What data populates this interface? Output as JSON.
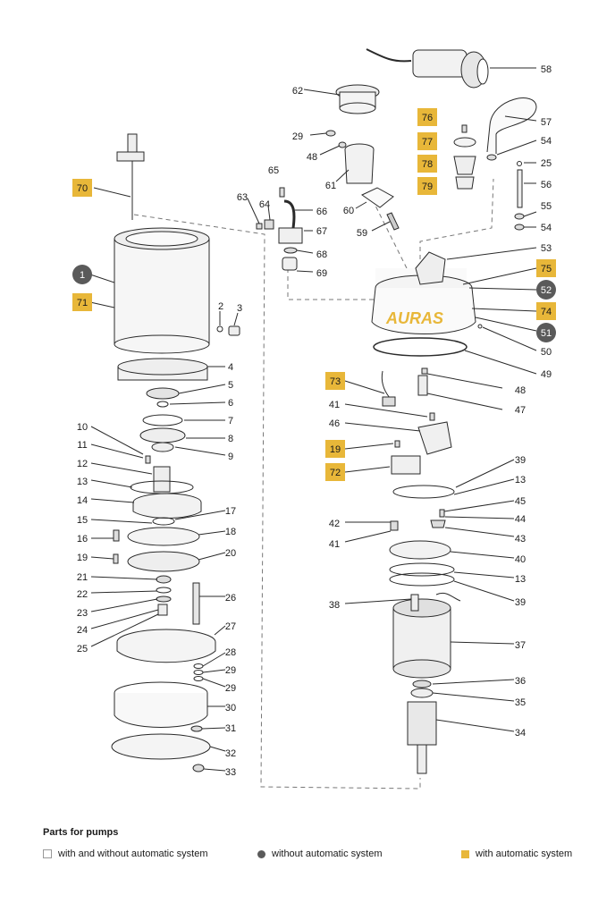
{
  "brand": "AURAS",
  "colors": {
    "grey_badge": "#5a5a5a",
    "yellow_badge": "#e8b739",
    "line": "#2a2a2a",
    "brand": "#e8b739"
  },
  "legend": {
    "title": "Parts for pumps",
    "items": [
      {
        "symbol": "open-square",
        "label": "with and without automatic system"
      },
      {
        "symbol": "grey-circle",
        "label": "without automatic system"
      },
      {
        "symbol": "yellow-square",
        "label": "with automatic system"
      }
    ]
  },
  "labels": [
    {
      "text": "58",
      "style": "plain"
    },
    {
      "text": "62",
      "style": "plain"
    },
    {
      "text": "57",
      "style": "plain"
    },
    {
      "text": "76",
      "style": "yellow"
    },
    {
      "text": "77",
      "style": "yellow"
    },
    {
      "text": "54",
      "style": "plain"
    },
    {
      "text": "29",
      "style": "plain"
    },
    {
      "text": "48",
      "style": "plain"
    },
    {
      "text": "78",
      "style": "yellow"
    },
    {
      "text": "25",
      "style": "plain"
    },
    {
      "text": "65",
      "style": "plain"
    },
    {
      "text": "61",
      "style": "plain"
    },
    {
      "text": "79",
      "style": "yellow"
    },
    {
      "text": "56",
      "style": "plain"
    },
    {
      "text": "70",
      "style": "yellow"
    },
    {
      "text": "63",
      "style": "plain"
    },
    {
      "text": "64",
      "style": "plain"
    },
    {
      "text": "66",
      "style": "plain"
    },
    {
      "text": "60",
      "style": "plain"
    },
    {
      "text": "55",
      "style": "plain"
    },
    {
      "text": "67",
      "style": "plain"
    },
    {
      "text": "59",
      "style": "plain"
    },
    {
      "text": "54",
      "style": "plain"
    },
    {
      "text": "68",
      "style": "plain"
    },
    {
      "text": "53",
      "style": "plain"
    },
    {
      "text": "69",
      "style": "plain"
    },
    {
      "text": "75",
      "style": "yellow"
    },
    {
      "text": "1",
      "style": "grey"
    },
    {
      "text": "52",
      "style": "grey"
    },
    {
      "text": "71",
      "style": "yellow"
    },
    {
      "text": "74",
      "style": "yellow"
    },
    {
      "text": "2",
      "style": "plain"
    },
    {
      "text": "3",
      "style": "plain"
    },
    {
      "text": "51",
      "style": "grey"
    },
    {
      "text": "50",
      "style": "plain"
    },
    {
      "text": "4",
      "style": "plain"
    },
    {
      "text": "49",
      "style": "plain"
    },
    {
      "text": "5",
      "style": "plain"
    },
    {
      "text": "73",
      "style": "yellow"
    },
    {
      "text": "48",
      "style": "plain"
    },
    {
      "text": "6",
      "style": "plain"
    },
    {
      "text": "41",
      "style": "plain"
    },
    {
      "text": "47",
      "style": "plain"
    },
    {
      "text": "7",
      "style": "plain"
    },
    {
      "text": "46",
      "style": "plain"
    },
    {
      "text": "10",
      "style": "plain"
    },
    {
      "text": "8",
      "style": "plain"
    },
    {
      "text": "11",
      "style": "plain"
    },
    {
      "text": "19",
      "style": "yellow"
    },
    {
      "text": "9",
      "style": "plain"
    },
    {
      "text": "12",
      "style": "plain"
    },
    {
      "text": "39",
      "style": "plain"
    },
    {
      "text": "72",
      "style": "yellow"
    },
    {
      "text": "13",
      "style": "plain"
    },
    {
      "text": "13",
      "style": "plain"
    },
    {
      "text": "14",
      "style": "plain"
    },
    {
      "text": "45",
      "style": "plain"
    },
    {
      "text": "17",
      "style": "plain"
    },
    {
      "text": "15",
      "style": "plain"
    },
    {
      "text": "42",
      "style": "plain"
    },
    {
      "text": "44",
      "style": "plain"
    },
    {
      "text": "18",
      "style": "plain"
    },
    {
      "text": "16",
      "style": "plain"
    },
    {
      "text": "43",
      "style": "plain"
    },
    {
      "text": "41",
      "style": "plain"
    },
    {
      "text": "19",
      "style": "plain"
    },
    {
      "text": "20",
      "style": "plain"
    },
    {
      "text": "40",
      "style": "plain"
    },
    {
      "text": "13",
      "style": "plain"
    },
    {
      "text": "21",
      "style": "plain"
    },
    {
      "text": "22",
      "style": "plain"
    },
    {
      "text": "26",
      "style": "plain"
    },
    {
      "text": "38",
      "style": "plain"
    },
    {
      "text": "39",
      "style": "plain"
    },
    {
      "text": "23",
      "style": "plain"
    },
    {
      "text": "24",
      "style": "plain"
    },
    {
      "text": "27",
      "style": "plain"
    },
    {
      "text": "37",
      "style": "plain"
    },
    {
      "text": "25",
      "style": "plain"
    },
    {
      "text": "28",
      "style": "plain"
    },
    {
      "text": "29",
      "style": "plain"
    },
    {
      "text": "36",
      "style": "plain"
    },
    {
      "text": "29",
      "style": "plain"
    },
    {
      "text": "35",
      "style": "plain"
    },
    {
      "text": "30",
      "style": "plain"
    },
    {
      "text": "34",
      "style": "plain"
    },
    {
      "text": "31",
      "style": "plain"
    },
    {
      "text": "32",
      "style": "plain"
    },
    {
      "text": "33",
      "style": "plain"
    }
  ]
}
